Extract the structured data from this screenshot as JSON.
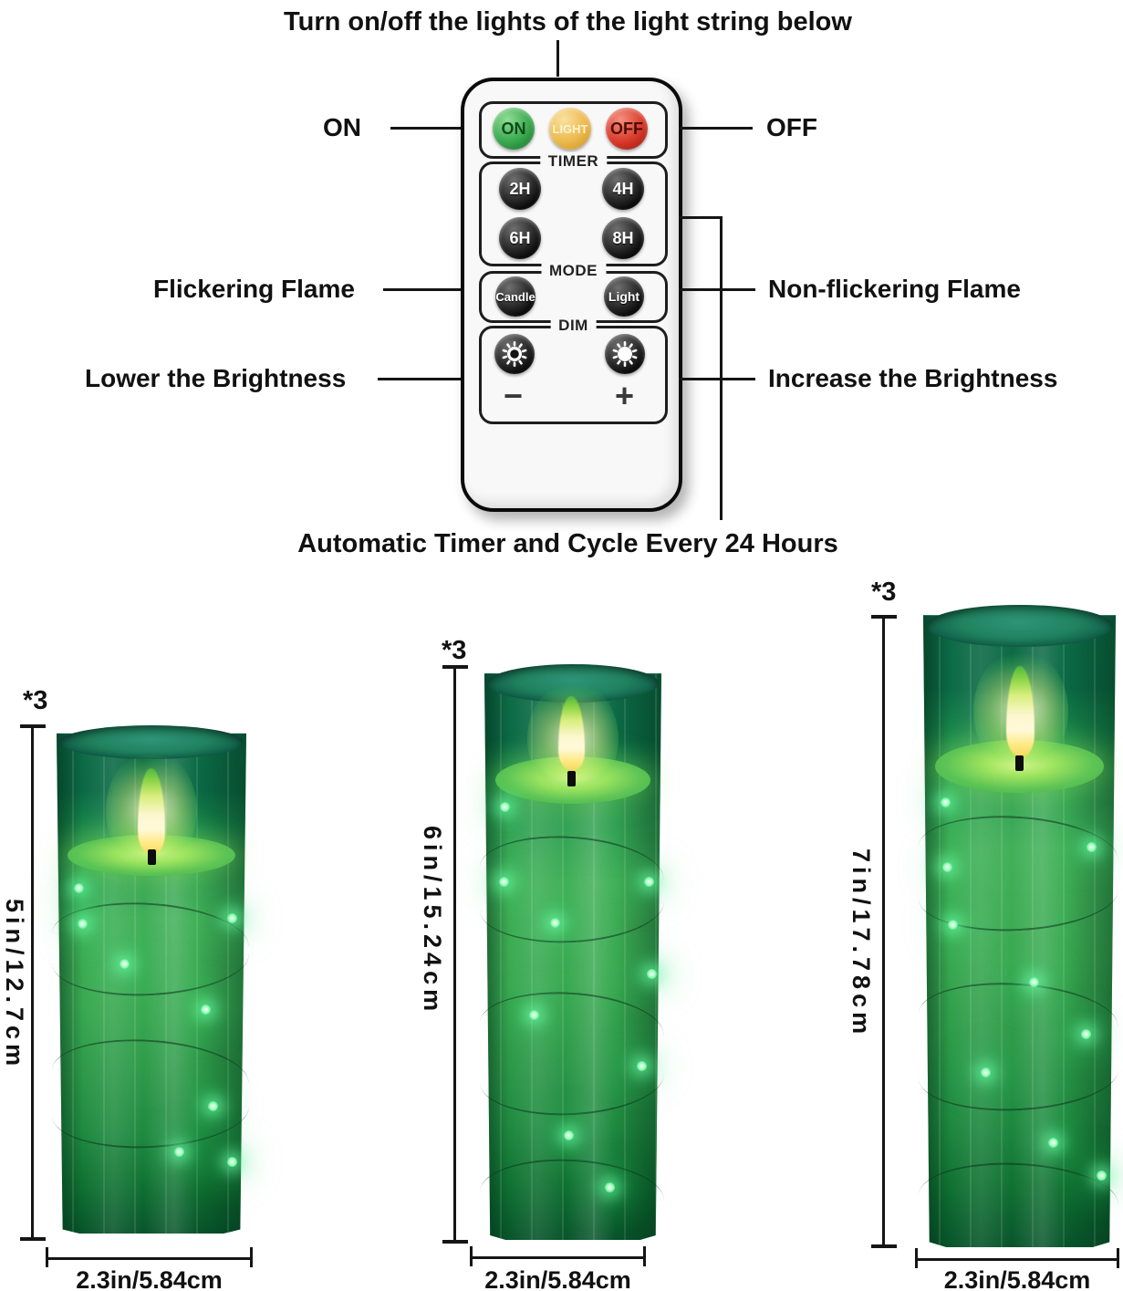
{
  "title": "Turn on/off the lights of the light string below",
  "caption": "Automatic Timer and Cycle Every 24 Hours",
  "annotations": {
    "on": "ON",
    "off": "OFF",
    "flickering": "Flickering Flame",
    "non_flickering": "Non-flickering Flame",
    "lower": "Lower the Brightness",
    "increase": "Increase the Brightness"
  },
  "remote": {
    "power": {
      "on": "ON",
      "light": "LIGHT",
      "off": "OFF"
    },
    "timer": {
      "label": "TIMER",
      "b1": "2H",
      "b2": "4H",
      "b3": "6H",
      "b4": "8H"
    },
    "mode": {
      "label": "MODE",
      "b1": "Candle",
      "b2": "Light"
    },
    "dim": {
      "label": "DIM",
      "minus": "−",
      "plus": "+",
      "low_icon": "sun-dim-icon",
      "high_icon": "sun-bright-icon"
    }
  },
  "candles": [
    {
      "qty": "*3",
      "height": "5in/12.7cm",
      "width": "2.3in/5.84cm"
    },
    {
      "qty": "*3",
      "height": "6in/15.24cm",
      "width": "2.3in/5.84cm"
    },
    {
      "qty": "*3",
      "height": "7in/17.78cm",
      "width": "2.3in/5.84cm"
    }
  ],
  "colors": {
    "on_button": "#3aa84f",
    "light_button": "#ecb94e",
    "off_button": "#d93a2b",
    "glass_green": "#2f9e53",
    "wax_green": "#9ce35f",
    "flame_core": "#fdf7cf",
    "led_glow": "#7dffb2"
  }
}
